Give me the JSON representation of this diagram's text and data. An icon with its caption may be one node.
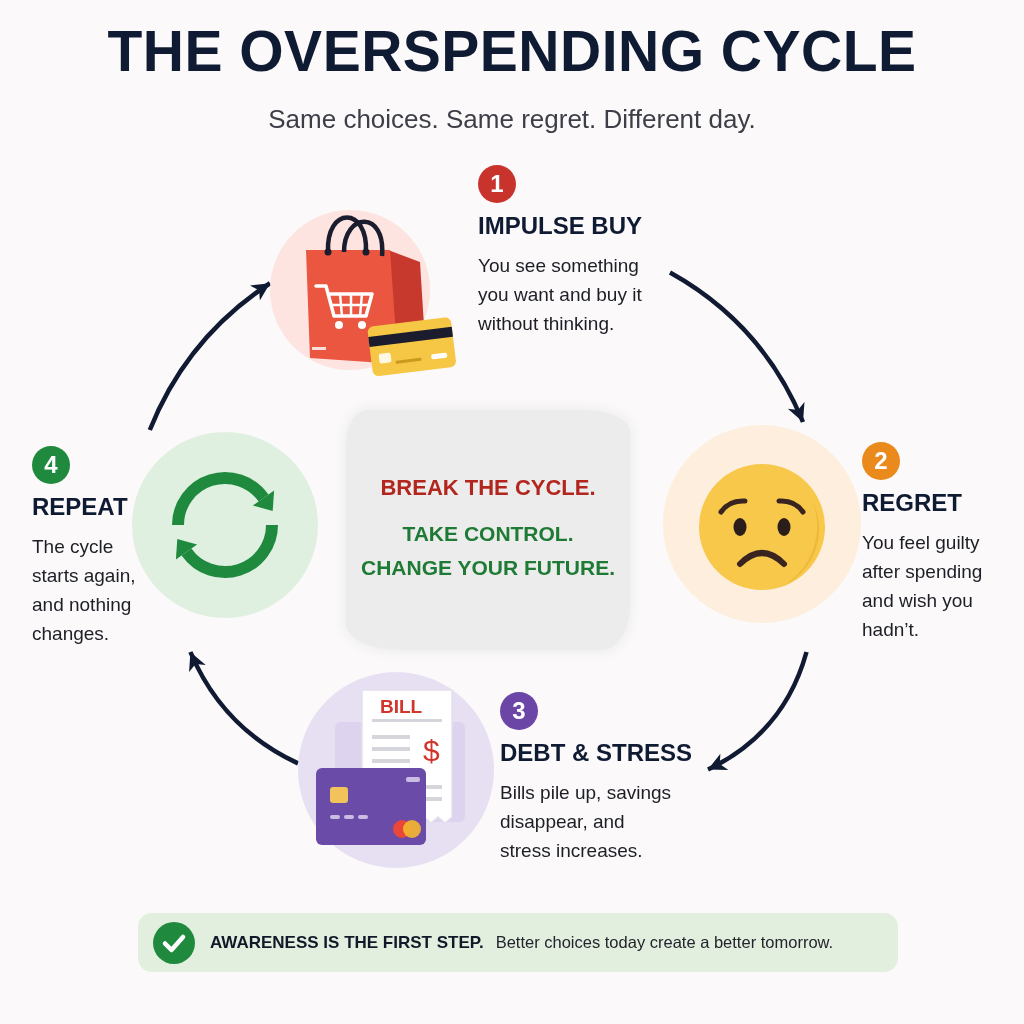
{
  "diagram": {
    "title": "THE OVERSPENDING CYCLE",
    "nodes": [
      {
        "text": [
          "1",
          "IMPULSE BUY",
          "You see something you want and buy it without thinking."
        ]
      },
      {
        "text": [
          "2",
          "REGRET",
          "You feel guilty after spending and wish you hadn’t."
        ]
      },
      {
        "text": [
          "3",
          "DEBT & STRESS",
          "Bills pile up, savings disappear, and stress increases."
        ]
      },
      {
        "text": [
          "4",
          "REPEAT",
          "The cycle starts again, and nothing changes."
        ]
      },
      {
        "text": [
          "BREAK THE CYCLE.",
          "TAKE CONTROL. CHANGE YOUR FUTURE."
        ]
      },
      {
        "text": [
          "AWARENESS IS THE FIRST STEP.",
          "Better choices today create a better tomorrow."
        ]
      }
    ],
    "edges": [
      {
        "from": 0,
        "to": 1,
        "arrow": "to"
      },
      {
        "from": 1,
        "to": 2,
        "arrow": "to"
      },
      {
        "from": 2,
        "to": 3,
        "arrow": "to"
      },
      {
        "from": 3,
        "to": 0,
        "arrow": "to"
      }
    ],
    "labels": [
      "Same choices. Same regret. Different day.",
      "BILL",
      "$"
    ]
  }
}
